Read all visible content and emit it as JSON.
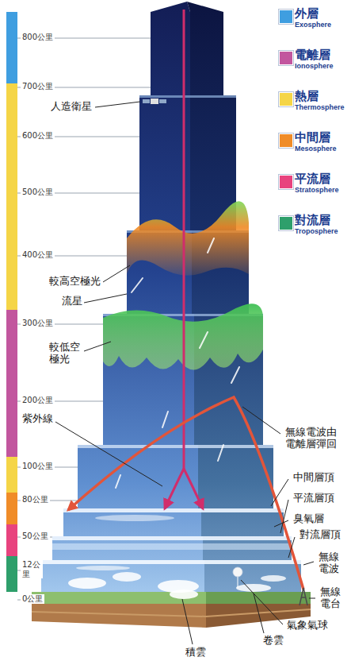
{
  "diagram": {
    "labels": [
      "800公里",
      "700公里",
      "600公里",
      "500公里",
      "400公里",
      "300公里",
      "200公里",
      "100公里",
      "80公里",
      "50公里",
      "12公里",
      "0公里",
      "人造衛星",
      "較高空極光",
      "流星",
      "較低空 極光",
      "紫外線",
      "無線電波由 電離層彈回",
      "中間層頂",
      "平流層頂",
      "臭氧層",
      "對流層頂",
      "無線 電波",
      "無線 電台",
      "氣象氣球",
      "卷雲",
      "積雲"
    ],
    "legend": [
      {
        "text": "外層 Exosphere",
        "color": "#3f9ee0"
      },
      {
        "text": "電離層 Ionosphere",
        "color": "#c2569e"
      },
      {
        "text": "熱層 Thermosphere",
        "color": "#f5d547"
      },
      {
        "text": "中間層 Mesosphere",
        "color": "#f08c28"
      },
      {
        "text": "平流層 Stratosphere",
        "color": "#e8437e"
      },
      {
        "text": "對流層 Troposphere",
        "color": "#2e9f6b"
      }
    ]
  }
}
